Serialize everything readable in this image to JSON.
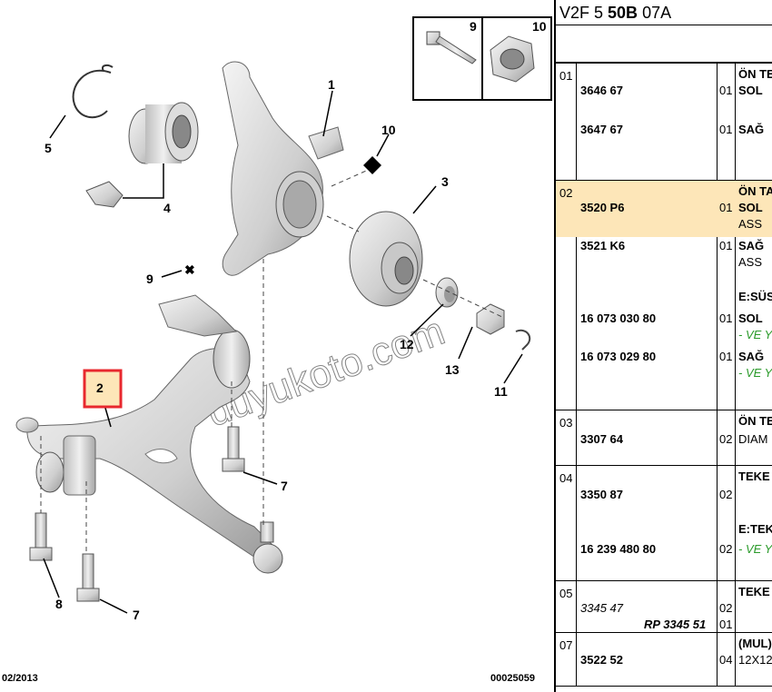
{
  "diagram": {
    "callouts": [
      "1",
      "2",
      "3",
      "4",
      "5",
      "7",
      "7",
      "8",
      "9",
      "10",
      "11",
      "12",
      "13"
    ],
    "inset_labels": [
      "9",
      "10"
    ],
    "watermark": "duyukoto.com",
    "footer_left": "02/2013",
    "footer_right": "00025059",
    "highlight_color": "#e8282e",
    "highlight_fill": "#fde6b8"
  },
  "catalog": {
    "header_prefix": "V2F 5 ",
    "header_bold": "50B",
    "header_suffix": " 07A",
    "groups": [
      {
        "no": "01",
        "rows": [
          {
            "pn": "",
            "qty": "",
            "desc": "ÖN TE",
            "style": "b"
          },
          {
            "pn": "3646 67",
            "qty": "01",
            "desc": "SOL",
            "style": "b"
          },
          {
            "pn": "3647 67",
            "qty": "01",
            "desc": "SAĞ",
            "style": "b"
          }
        ]
      },
      {
        "no": "02",
        "rows": [
          {
            "pn": "",
            "qty": "",
            "desc": "ÖN TA",
            "style": "b"
          },
          {
            "pn": "3520 P6",
            "qty": "01",
            "desc": "SOL",
            "style": "b"
          },
          {
            "pn": "",
            "qty": "",
            "desc": "ASS",
            "style": ""
          },
          {
            "pn": "3521 K6",
            "qty": "01",
            "desc": "SAĞ",
            "style": "b"
          },
          {
            "pn": "",
            "qty": "",
            "desc": "ASS",
            "style": ""
          },
          {
            "pn": "",
            "qty": "",
            "desc": "E:SÜS",
            "style": "b"
          },
          {
            "pn": "16 073 030 80",
            "qty": "01",
            "desc": "SOL",
            "style": "b"
          },
          {
            "pn": "",
            "qty": "",
            "desc": "- VE Y",
            "style": "g"
          },
          {
            "pn": "16 073 029 80",
            "qty": "01",
            "desc": "SAĞ",
            "style": "b"
          },
          {
            "pn": "",
            "qty": "",
            "desc": "- VE Y",
            "style": "g"
          }
        ]
      },
      {
        "no": "03",
        "rows": [
          {
            "pn": "",
            "qty": "",
            "desc": "ÖN TE",
            "style": "b"
          },
          {
            "pn": "3307 64",
            "qty": "02",
            "desc": "DIAM",
            "style": ""
          }
        ]
      },
      {
        "no": "04",
        "rows": [
          {
            "pn": "",
            "qty": "",
            "desc": "TEKE",
            "style": "b"
          },
          {
            "pn": "3350 87",
            "qty": "02",
            "desc": "",
            "style": ""
          },
          {
            "pn": "",
            "qty": "",
            "desc": "E:TEK",
            "style": "b"
          },
          {
            "pn": "16 239 480 80",
            "qty": "02",
            "desc": "- VE Y",
            "style": "g"
          }
        ]
      },
      {
        "no": "05",
        "rows": [
          {
            "pn": "",
            "qty": "",
            "desc": "TEKE",
            "style": "b"
          },
          {
            "pn": "3345 47",
            "qty": "02",
            "desc": "",
            "style": "it"
          },
          {
            "pn": "RP 3345 51",
            "qty": "01",
            "desc": "",
            "style": "rp"
          }
        ]
      },
      {
        "no": "07",
        "rows": [
          {
            "pn": "",
            "qty": "",
            "desc": "(MUL)",
            "style": "b"
          },
          {
            "pn": "3522 52",
            "qty": "04",
            "desc": "12X12",
            "style": ""
          }
        ]
      }
    ]
  }
}
